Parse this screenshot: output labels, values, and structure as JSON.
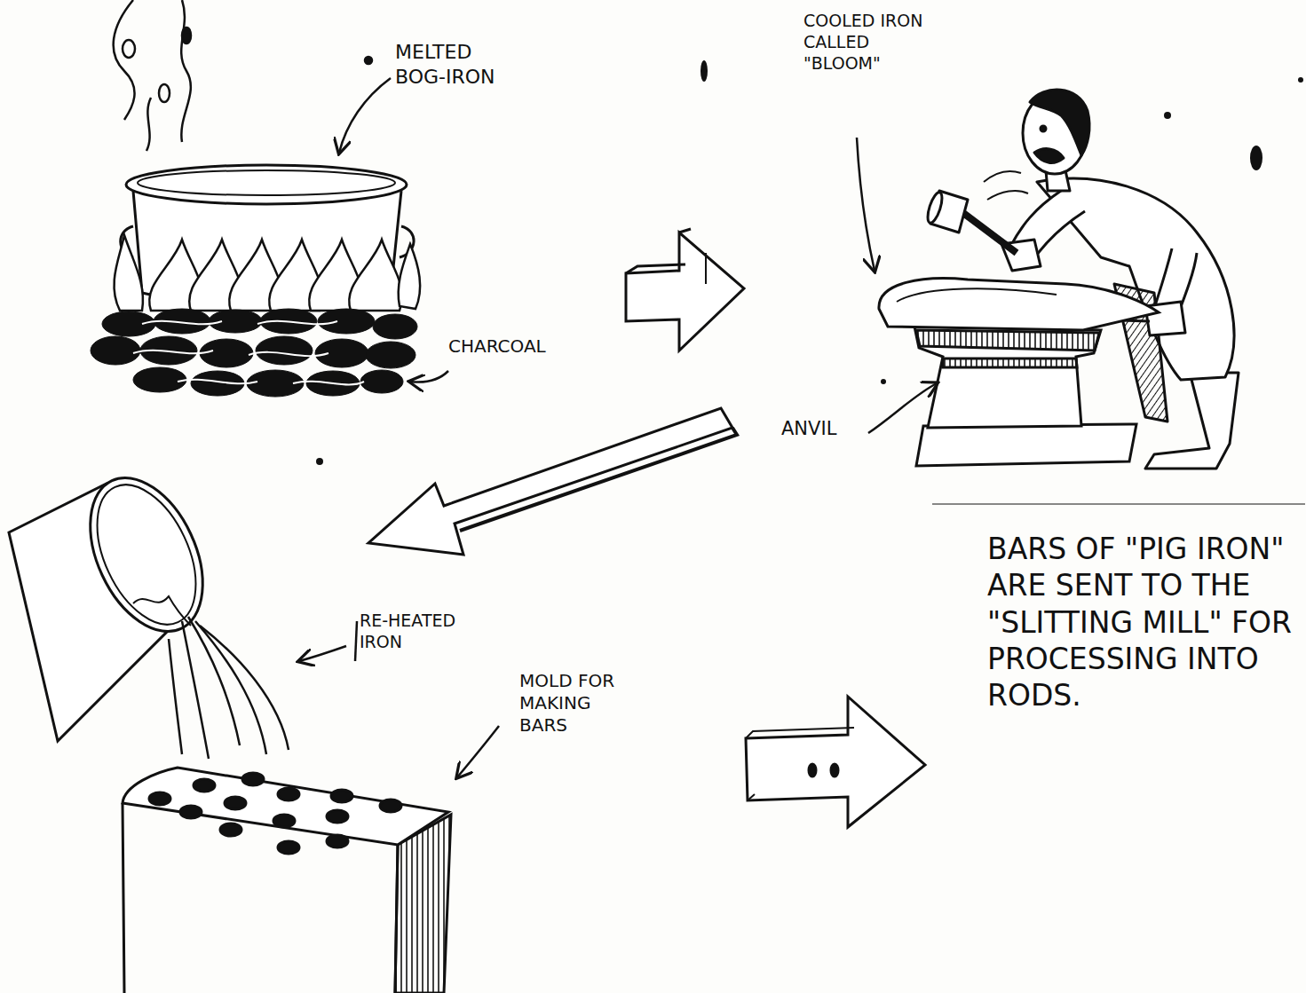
{
  "diagram": {
    "labels": [
      "MELTED BOG-IRON",
      "COOLED IRON CALLED \"BLOOM\"",
      "CHARCOAL",
      "ANVIL",
      "RE-HEATED IRON",
      "MOLD FOR MAKING BARS",
      "BARS OF \"PIG IRON\" ARE SENT TO THE \"SLITTING MILL\" FOR PROCESSING INTO RODS."
    ]
  }
}
